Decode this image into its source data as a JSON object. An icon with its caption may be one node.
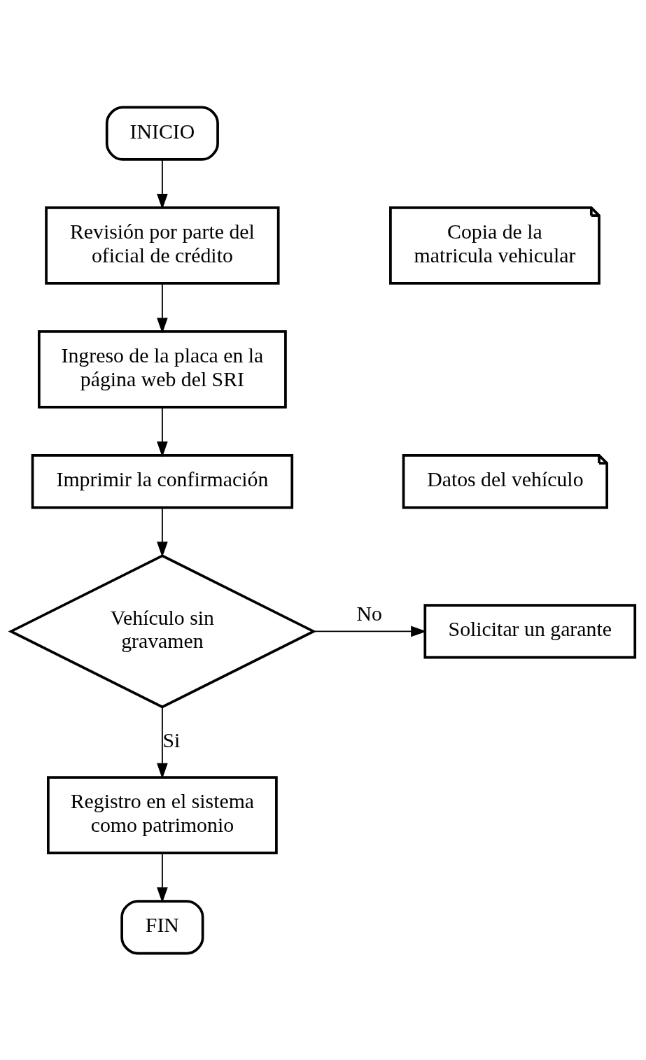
{
  "diagram": {
    "nodes": [
      {
        "text": [
          "INICIO"
        ]
      },
      {
        "text": [
          "Revisión por parte del oficial de crédito"
        ]
      },
      {
        "text": [
          "Copia de la matricula vehicular"
        ]
      },
      {
        "text": [
          "Ingreso de la placa en la página web del SRI"
        ]
      },
      {
        "text": [
          "Imprimir la confirmación"
        ]
      },
      {
        "text": [
          "Datos del vehículo"
        ]
      },
      {
        "text": [
          "Vehículo sin gravamen"
        ]
      },
      {
        "text": [
          "Solicitar un garante"
        ]
      },
      {
        "text": [
          "Registro en el sistema como patrimonio"
        ]
      },
      {
        "text": [
          "FIN"
        ]
      }
    ],
    "edges": [
      {
        "from": 0,
        "to": 1,
        "arrow": "to"
      },
      {
        "from": 1,
        "to": 3,
        "arrow": "to"
      },
      {
        "from": 3,
        "to": 4,
        "arrow": "to"
      },
      {
        "from": 4,
        "to": 6,
        "arrow": "to"
      },
      {
        "from": 6,
        "to": 7,
        "arrow": "to",
        "label": "No"
      },
      {
        "from": 6,
        "to": 8,
        "arrow": "to",
        "label": "Si"
      },
      {
        "from": 8,
        "to": 9,
        "arrow": "to"
      }
    ]
  }
}
